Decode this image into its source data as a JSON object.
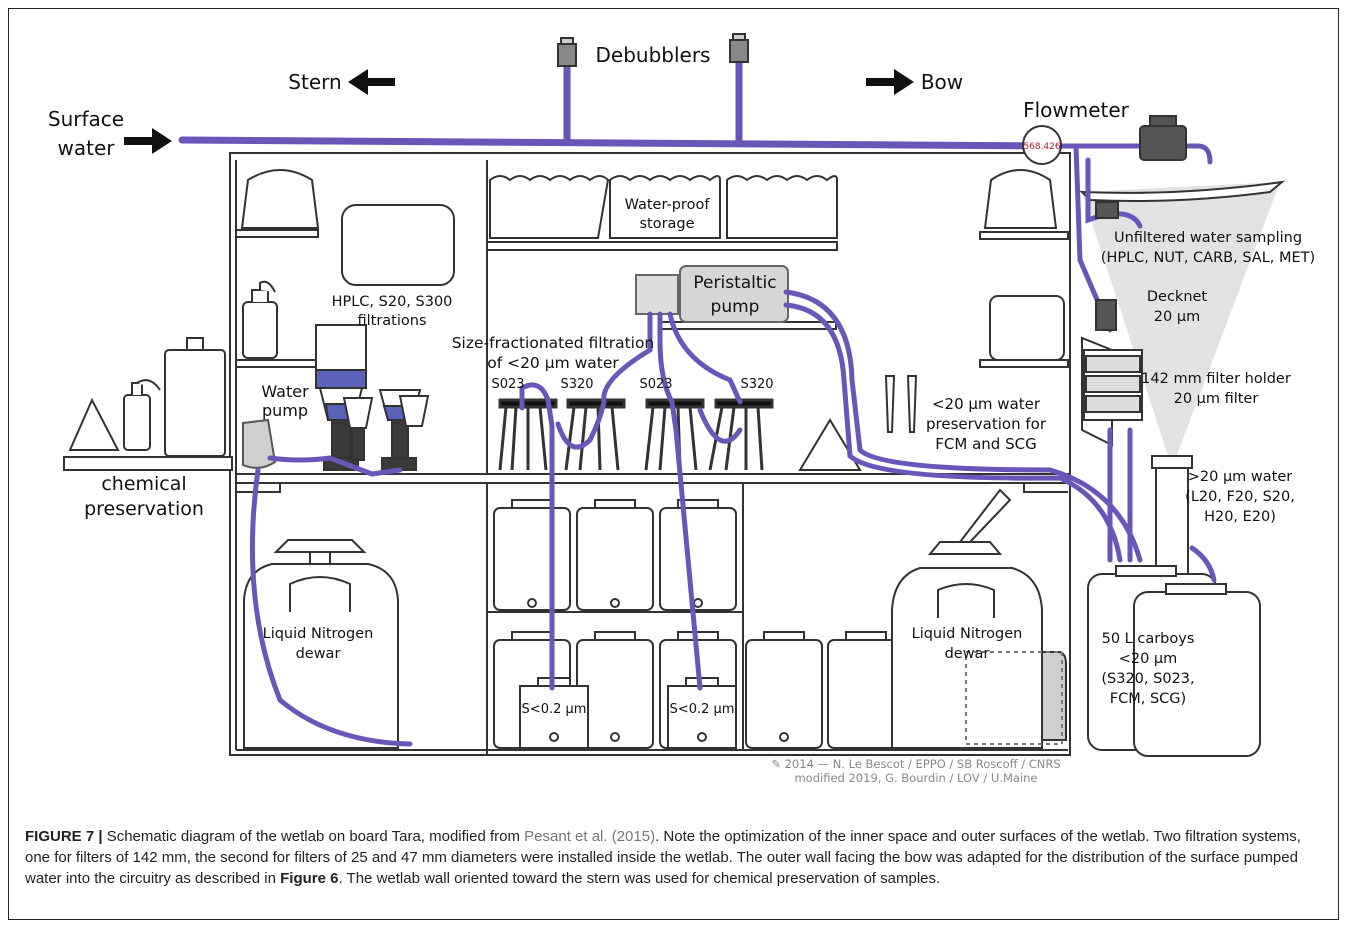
{
  "labels": {
    "surface_water": [
      "Surface",
      "water"
    ],
    "stern": "Stern",
    "debubblers": "Debubblers",
    "bow": "Bow",
    "flowmeter": "Flowmeter",
    "flowmeter_reading": "568.426",
    "waterproof_storage": [
      "Water-proof",
      "storage"
    ],
    "unfiltered_sampling": [
      "Unfiltered water sampling",
      "(HPLC, NUT, CARB, SAL, MET)"
    ],
    "peristaltic_pump": [
      "Peristaltic",
      "pump"
    ],
    "hplc_filtrations": [
      "HPLC, S20, S300",
      "filtrations"
    ],
    "decknet": [
      "Decknet",
      "20 µm"
    ],
    "size_fractionated": [
      "Size-fractionated filtration",
      "of <20 µm water"
    ],
    "filter_labels": [
      "S023",
      "S320",
      "S023",
      "S320"
    ],
    "water_pump": [
      "Water",
      "pump"
    ],
    "filter_holder": [
      "142 mm filter holder",
      "20 µm filter"
    ],
    "preservation_fcm": [
      "<20 µm water",
      "preservation for",
      "FCM and SCG"
    ],
    "gt20_water": [
      ">20 µm water",
      "(L20, F20, S20,",
      "H20, E20)"
    ],
    "chemical_preservation": [
      "chemical",
      "preservation"
    ],
    "ln2_dewar_left": [
      "Liquid Nitrogen",
      "dewar"
    ],
    "ln2_dewar_right": [
      "Liquid Nitrogen",
      "dewar"
    ],
    "carboys": [
      "50 L carboys",
      "<20 µm",
      "(S320, S023,",
      "FCM, SCG)"
    ],
    "s02_left": "S<0.2 µm",
    "s02_right": "S<0.2 µm",
    "credit": [
      "✎ 2014 — N. Le Bescot / EPPO / SB Roscoff / CNRS",
      "modified 2019, G. Bourdin / LOV / U.Maine"
    ]
  },
  "caption": {
    "figure": "FIGURE 7 |",
    "text_1": " Schematic diagram of the wetlab on board Tara, modified from ",
    "ref": "Pesant et al. (2015)",
    "text_2": ". Note the optimization of the inner space and outer surfaces of the wetlab. Two filtration systems, one for filters of 142 mm, the second for filters of 25 and 47 mm diameters were installed inside the wetlab. The outer wall facing the bow was adapted for the distribution of the surface pumped water into the circuitry as described in ",
    "fig6": "Figure 6",
    "text_3": ". The wetlab wall oriented toward the stern was used for chemical preservation of samples."
  },
  "colors": {
    "pipe": "#6a55b8",
    "outline": "#333333",
    "fill": "#f2f2f2",
    "gray": "#d0d0d0",
    "dark": "#3a3a3a"
  }
}
